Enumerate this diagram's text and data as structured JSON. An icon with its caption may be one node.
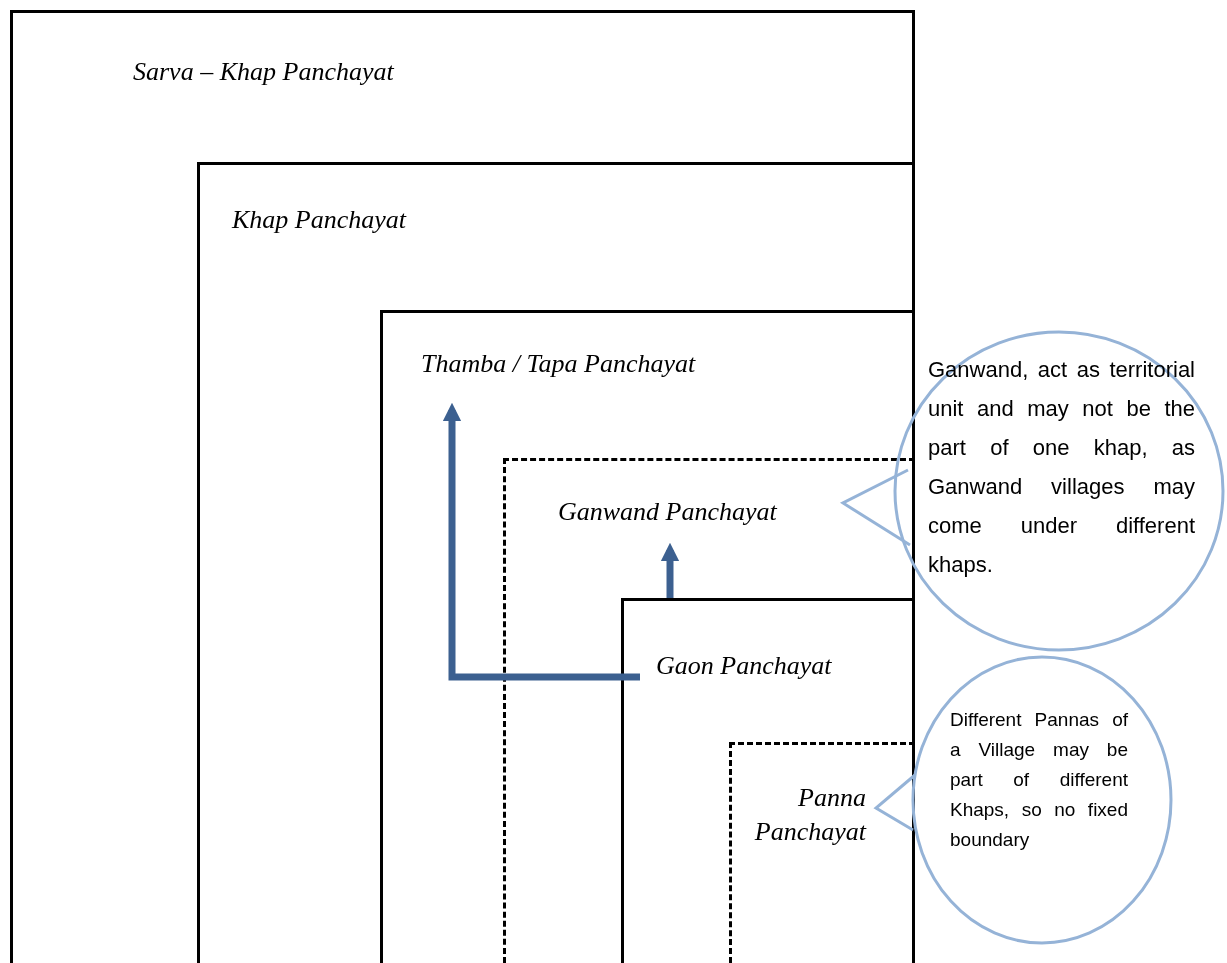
{
  "diagram": {
    "nodes": [
      {
        "text": [
          "Sarva – Khap Panchayat"
        ]
      },
      {
        "text": [
          "Khap Panchayat"
        ],
        "in": 0
      },
      {
        "text": [
          "Thamba / Tapa Panchayat"
        ],
        "in": 1
      },
      {
        "text": [
          "Ganwand Panchayat"
        ],
        "in": 2
      },
      {
        "text": [
          "Gaon *Panchayat*"
        ],
        "in": 3
      },
      {
        "text": [
          "Panna Panchayat"
        ],
        "in": 4
      },
      {
        "text": [
          "Ganwand, act as territorial unit and may not be the part of one khap, as Ganwand villages may come under different khaps."
        ]
      },
      {
        "text": [
          "Different Pannas of a Village may be part of different Khaps, so no fixed boundary"
        ]
      }
    ],
    "edges": [
      {
        "from": 4,
        "to": 2,
        "arrow": "to",
        "style": "thick",
        "color": "#3c6090"
      },
      {
        "from": 4,
        "to": 3,
        "arrow": "to",
        "style": "thick",
        "color": "#3c6090"
      },
      {
        "from": 6,
        "to": 3,
        "arrow": "none",
        "color": "#95b3d7"
      },
      {
        "from": 7,
        "to": 5,
        "arrow": "none",
        "color": "#95b3d7"
      }
    ]
  }
}
